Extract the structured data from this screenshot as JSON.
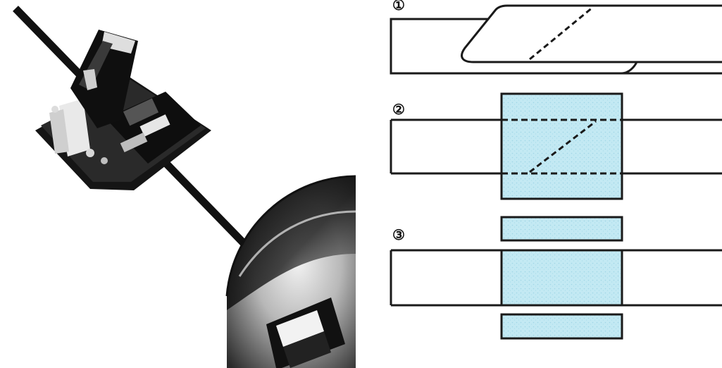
{
  "steps": [
    {
      "label": "①"
    },
    {
      "label": "②"
    },
    {
      "label": "③"
    }
  ],
  "caption": "",
  "colors": {
    "tape": "#c3e9f3",
    "tape_dots": "#8fcfe0",
    "outline": "#1a1a1a",
    "photo_dark": "#0d0d0d"
  },
  "icons": {
    "splicer": "tape-splicer-photo",
    "reel": "tape-reel-photo"
  }
}
